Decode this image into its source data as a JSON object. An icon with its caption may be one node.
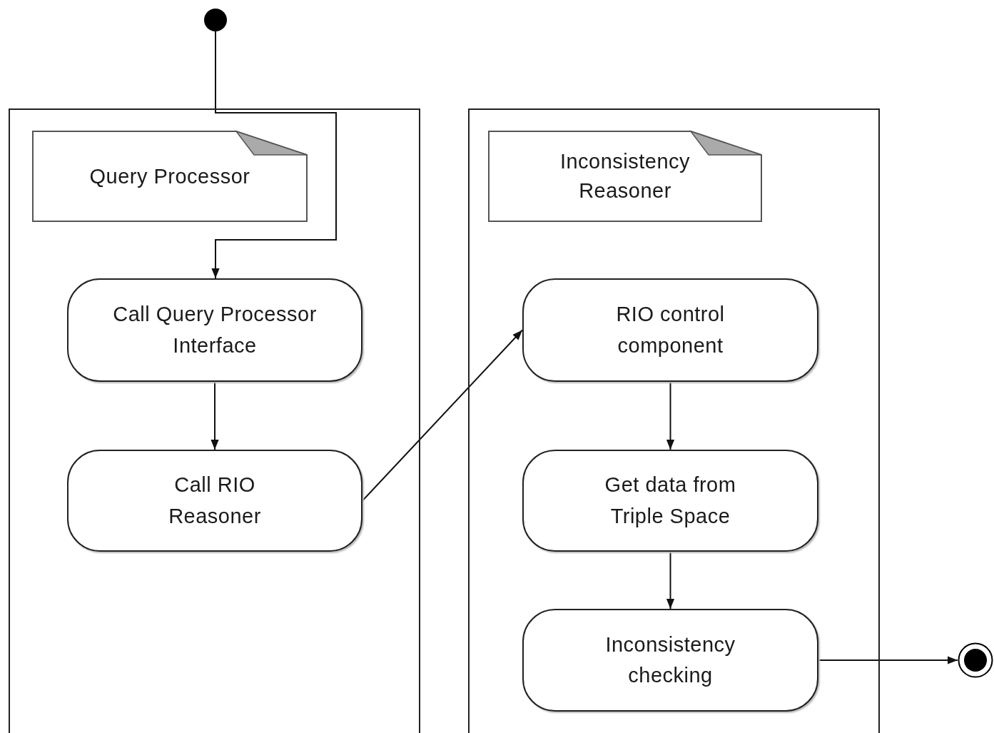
{
  "diagram": {
    "nodes": [
      {
        "text": [],
        "shape": "circle"
      },
      {
        "text": [],
        "shape": "box"
      },
      {
        "text": [
          "Query Processor"
        ],
        "in": 1
      },
      {
        "text": [
          "Call Query Processor Interface"
        ],
        "in": 1
      },
      {
        "text": [
          "Call RIO Reasoner"
        ],
        "in": 1
      },
      {
        "text": [],
        "shape": "box"
      },
      {
        "text": [
          "Inconsistency Reasoner"
        ],
        "in": 5
      },
      {
        "text": [
          "RIO control component"
        ],
        "in": 5
      },
      {
        "text": [
          "Get data from Triple Space"
        ],
        "in": 5
      },
      {
        "text": [
          "Inconsistency checking"
        ],
        "in": 5
      },
      {
        "text": [],
        "shape": "circle"
      }
    ],
    "edges": [
      {
        "from": 0,
        "to": 3,
        "arrow": "to"
      },
      {
        "from": 3,
        "to": 4,
        "arrow": "to"
      },
      {
        "from": 4,
        "to": 7,
        "arrow": "to"
      },
      {
        "from": 7,
        "to": 8,
        "arrow": "to"
      },
      {
        "from": 8,
        "to": 9,
        "arrow": "to"
      },
      {
        "from": 9,
        "to": 10,
        "arrow": "to"
      }
    ]
  }
}
